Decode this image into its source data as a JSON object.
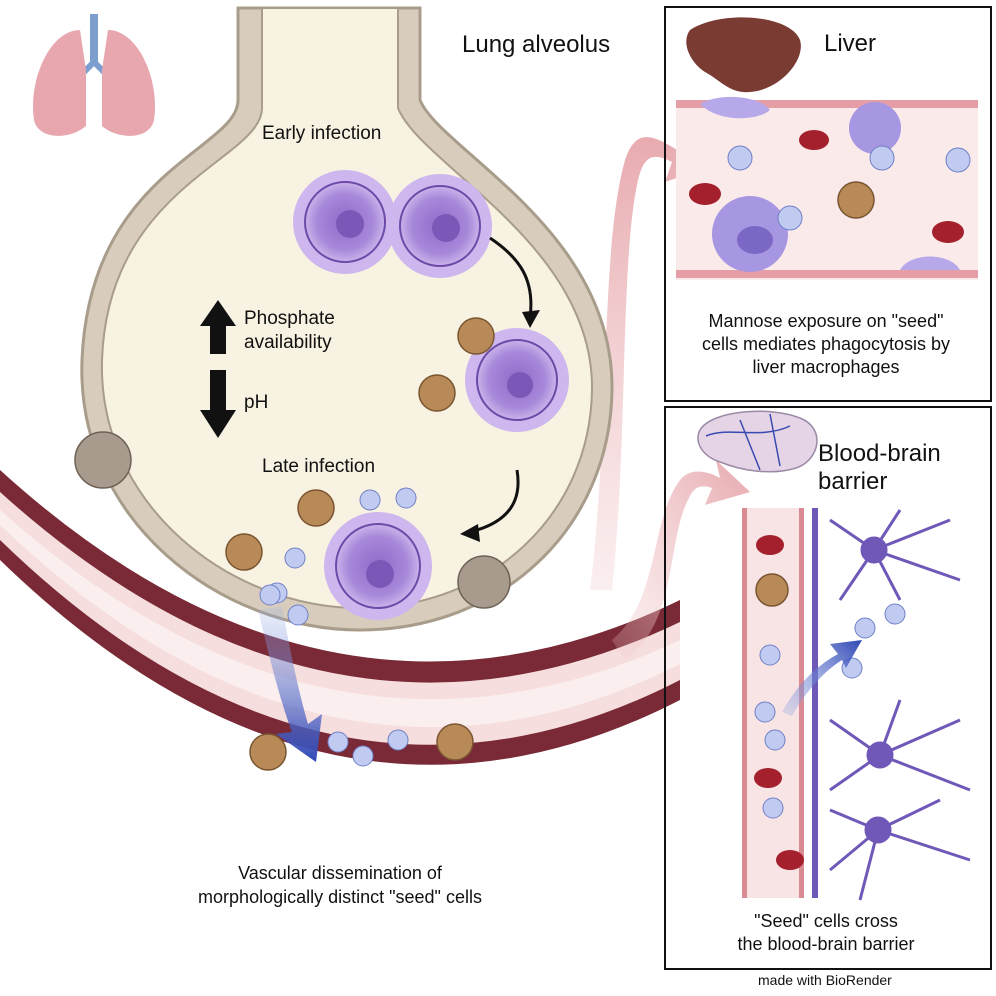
{
  "alveolus": {
    "title": "Lung alveolus",
    "early": "Early infection",
    "late": "Late infection",
    "phosphate_line1": "Phosphate",
    "phosphate_line2": "availability",
    "ph": "pH"
  },
  "liver": {
    "title": "Liver",
    "caption": [
      "Mannose exposure on \"seed\"",
      "cells mediates phagocytosis by",
      "liver macrophages"
    ]
  },
  "bbb": {
    "title_line1": "Blood-brain",
    "title_line2": "barrier",
    "caption": [
      "\"Seed\" cells cross",
      "the blood-brain barrier"
    ]
  },
  "vascular": {
    "caption": [
      "Vascular dissemination of",
      "morphologically distinct \"seed\" cells"
    ]
  },
  "credit": "made with BioRender",
  "colors": {
    "alveolus_fill": "#f8f2e2",
    "alveolus_wall": "#d9cfc0",
    "vessel_outer": "#7a2a36",
    "vessel_inner": "#f7e3e3",
    "rbc": "#a3202c",
    "big_cell": "#9a7fd0",
    "seed_cell": "#b9c5f0",
    "brown_cell": "#b88a58",
    "neuron": "#6f58b8",
    "arrow_blue": "#3f5bc6",
    "pink_arrow": "#e8b0b4"
  },
  "icons": [
    "lungs-icon",
    "liver-icon",
    "brain-icon"
  ]
}
